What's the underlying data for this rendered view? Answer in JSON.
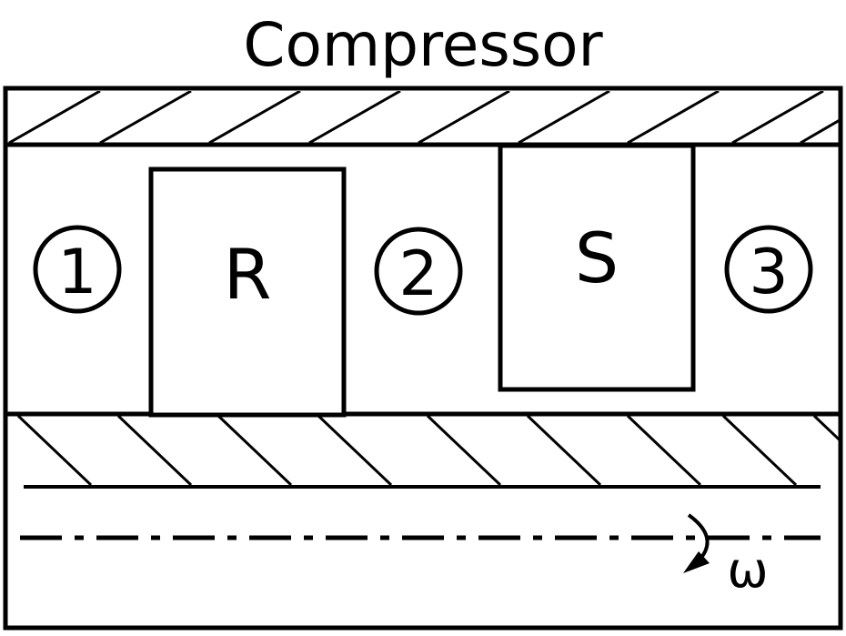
{
  "title": "Compressor",
  "stations": [
    {
      "label": "1"
    },
    {
      "label": "2"
    },
    {
      "label": "3"
    }
  ],
  "components": {
    "rotor": {
      "label": "R"
    },
    "stator": {
      "label": "S"
    }
  },
  "rotation": {
    "symbol": "ω"
  }
}
